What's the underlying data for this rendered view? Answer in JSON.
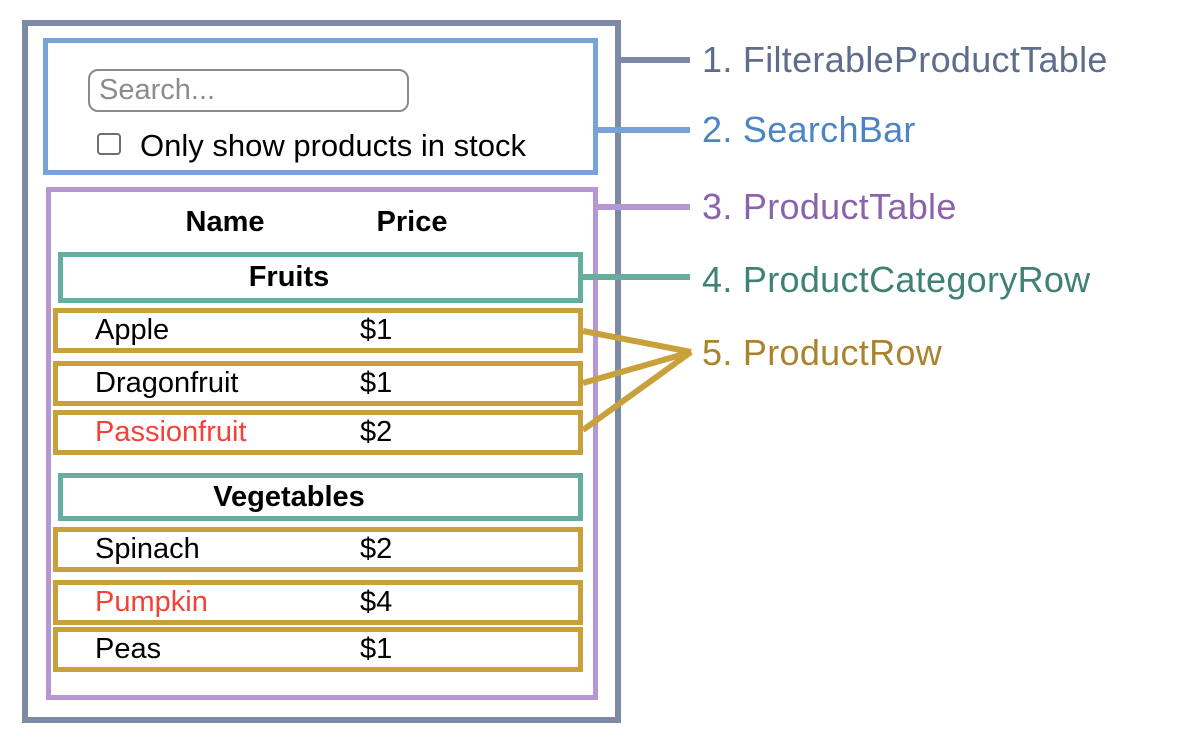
{
  "component_labels": [
    {
      "text": "1. FilterableProductTable",
      "color": "#5e6d8c"
    },
    {
      "text": "2. SearchBar",
      "color": "#4d84c4"
    },
    {
      "text": "3. ProductTable",
      "color": "#8a63a9"
    },
    {
      "text": "4. ProductCategoryRow",
      "color": "#3f8274"
    },
    {
      "text": "5. ProductRow",
      "color": "#a9842d"
    }
  ],
  "search_bar": {
    "placeholder": "Search...",
    "checkbox_label": "Only show products in stock",
    "checkbox_checked": false
  },
  "product_table": {
    "columns": {
      "name": "Name",
      "price": "Price"
    },
    "sections": [
      {
        "category": "Fruits",
        "products": [
          {
            "name": "Apple",
            "price": "$1",
            "in_stock": true
          },
          {
            "name": "Dragonfruit",
            "price": "$1",
            "in_stock": true
          },
          {
            "name": "Passionfruit",
            "price": "$2",
            "in_stock": false
          }
        ]
      },
      {
        "category": "Vegetables",
        "products": [
          {
            "name": "Spinach",
            "price": "$2",
            "in_stock": true
          },
          {
            "name": "Pumpkin",
            "price": "$4",
            "in_stock": false
          },
          {
            "name": "Peas",
            "price": "$1",
            "in_stock": true
          }
        ]
      }
    ]
  },
  "colors": {
    "filterable_product_table_border": "#7c8aa4",
    "search_bar_border": "#78a3d9",
    "product_table_border": "#b597d1",
    "product_category_row_border": "#65ad9f",
    "product_row_border": "#c8a03c",
    "out_of_stock_text": "#f5413a"
  }
}
